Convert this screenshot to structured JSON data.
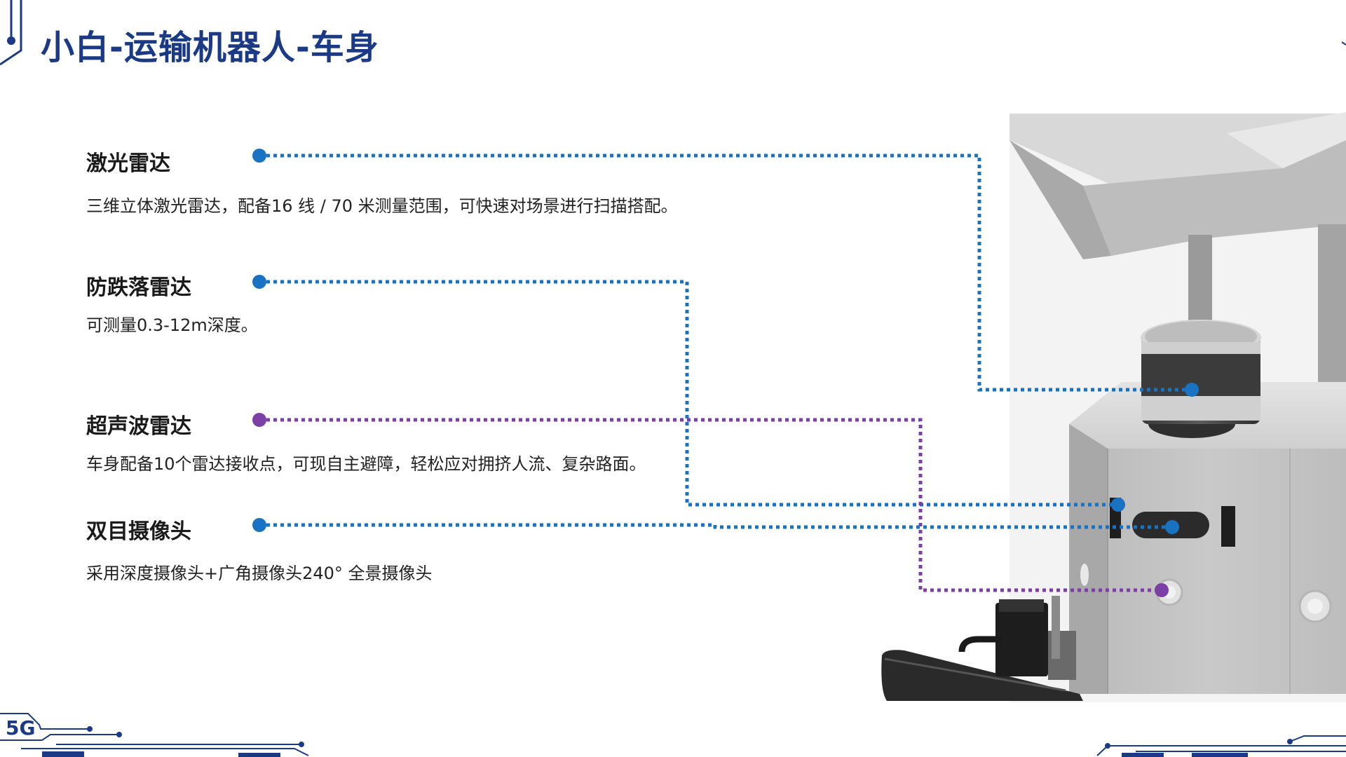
{
  "title": "小白-运输机器人-车身",
  "features": [
    {
      "title": "激光雷达",
      "desc": "三维立体激光雷达，配备16 线 / 70 米测量范围，可快速对场景进行扫描搭配。"
    },
    {
      "title": "防跌落雷达",
      "desc": "可测量0.3-12m深度。"
    },
    {
      "title": "超声波雷达",
      "desc": "车身配备10个雷达接收点，可现自主避障，轻松应对拥挤人流、复杂路面。"
    },
    {
      "title": "双目摄像头",
      "desc": "采用深度摄像头+广角摄像头240° 全景摄像头"
    }
  ],
  "badge": "5G",
  "colors": {
    "title": "#1b3a86",
    "blue_line": "#1a73c2",
    "purple_line": "#7b3fa6",
    "robot_body": "#c4c4c4"
  }
}
